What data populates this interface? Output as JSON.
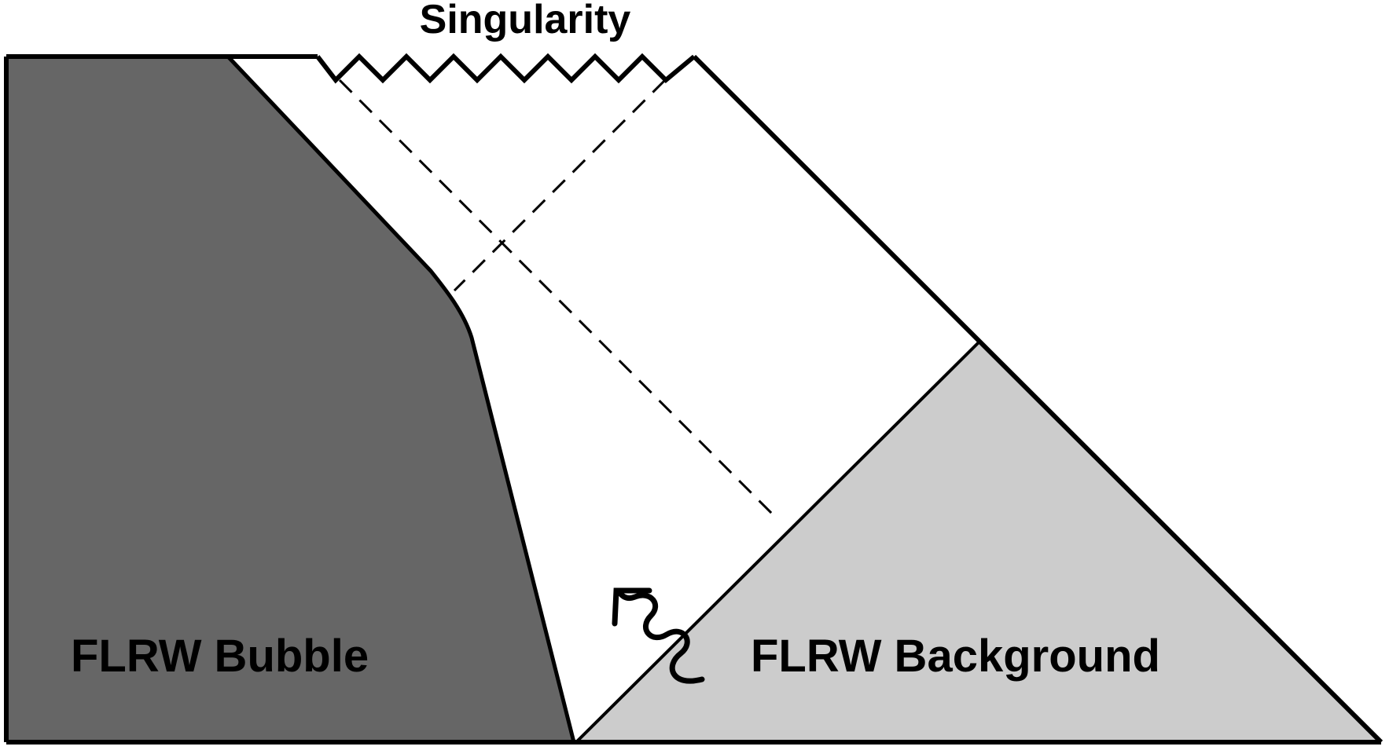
{
  "labels": {
    "singularity": "Singularity",
    "bubble": "FLRW Bubble",
    "background": "FLRW Background"
  },
  "colors": {
    "bubble_fill": "#666666",
    "background_fill": "#cccccc",
    "line": "#000000",
    "page": "#ffffff"
  }
}
